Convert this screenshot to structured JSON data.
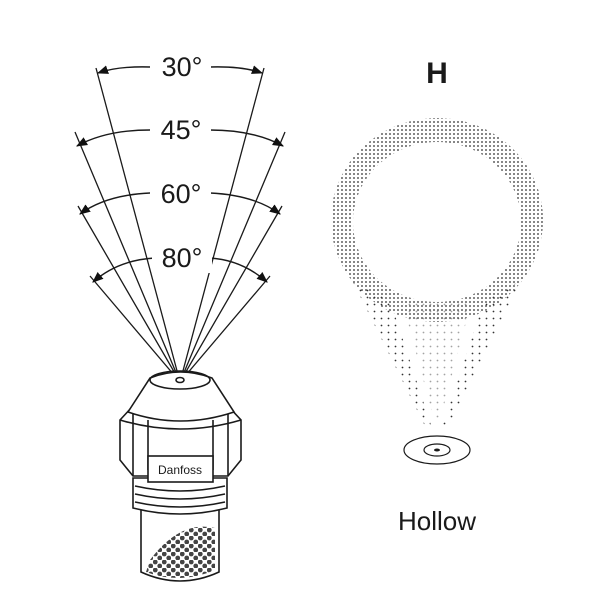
{
  "spray_angles": [
    "30°",
    "45°",
    "60°",
    "80°"
  ],
  "nozzle": {
    "brand_label": "Danfoss"
  },
  "spray_pattern": {
    "letter": "H",
    "caption": "Hollow"
  }
}
